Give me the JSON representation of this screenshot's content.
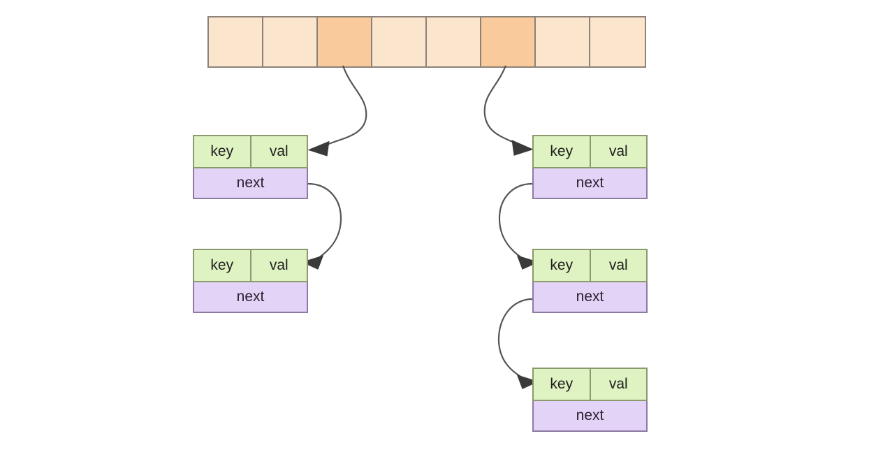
{
  "diagram": {
    "title": "hash-table-with-separate-chaining",
    "background_color": "#ffffff",
    "colors": {
      "bucket_empty": "#fce5cd",
      "bucket_filled": "#f9cb9c",
      "bucket_border": "#8c8279",
      "node_kv_fill": "#dff2c1",
      "node_kv_border": "#8a9a6e",
      "node_next_fill": "#e3d3f7",
      "node_next_border": "#8d7ba3",
      "connector_stroke": "#555555",
      "text": "#1f1f1f"
    }
  },
  "bucket_array": {
    "cell_count": 8,
    "cells": [
      {
        "index": 0,
        "filled": false
      },
      {
        "index": 1,
        "filled": false
      },
      {
        "index": 2,
        "filled": true
      },
      {
        "index": 3,
        "filled": false
      },
      {
        "index": 4,
        "filled": false
      },
      {
        "index": 5,
        "filled": true
      },
      {
        "index": 6,
        "filled": false
      },
      {
        "index": 7,
        "filled": false
      }
    ]
  },
  "node_labels": {
    "key": "key",
    "val": "val",
    "next": "next"
  },
  "chains": [
    {
      "name": "left-chain",
      "source_bucket_index": 2,
      "nodes": [
        {
          "id": "node-L1",
          "key": "key",
          "val": "val",
          "next": "next"
        },
        {
          "id": "node-L2",
          "key": "key",
          "val": "val",
          "next": "next"
        }
      ]
    },
    {
      "name": "right-chain",
      "source_bucket_index": 5,
      "nodes": [
        {
          "id": "node-R1",
          "key": "key",
          "val": "val",
          "next": "next"
        },
        {
          "id": "node-R2",
          "key": "key",
          "val": "val",
          "next": "next"
        },
        {
          "id": "node-R3",
          "key": "key",
          "val": "val",
          "next": "next"
        }
      ]
    }
  ],
  "connectors": [
    {
      "name": "bucket2-to-node-L1",
      "from": "bucket-cell-2",
      "to": "node-L1"
    },
    {
      "name": "bucket5-to-node-R1",
      "from": "bucket-cell-5",
      "to": "node-R1"
    },
    {
      "name": "node-L1-next-to-node-L2",
      "from": "node-L1-next",
      "to": "node-L2"
    },
    {
      "name": "node-R1-next-to-node-R2",
      "from": "node-R1-next",
      "to": "node-R2"
    },
    {
      "name": "node-R2-next-to-node-R3",
      "from": "node-R2-next",
      "to": "node-R3"
    }
  ]
}
